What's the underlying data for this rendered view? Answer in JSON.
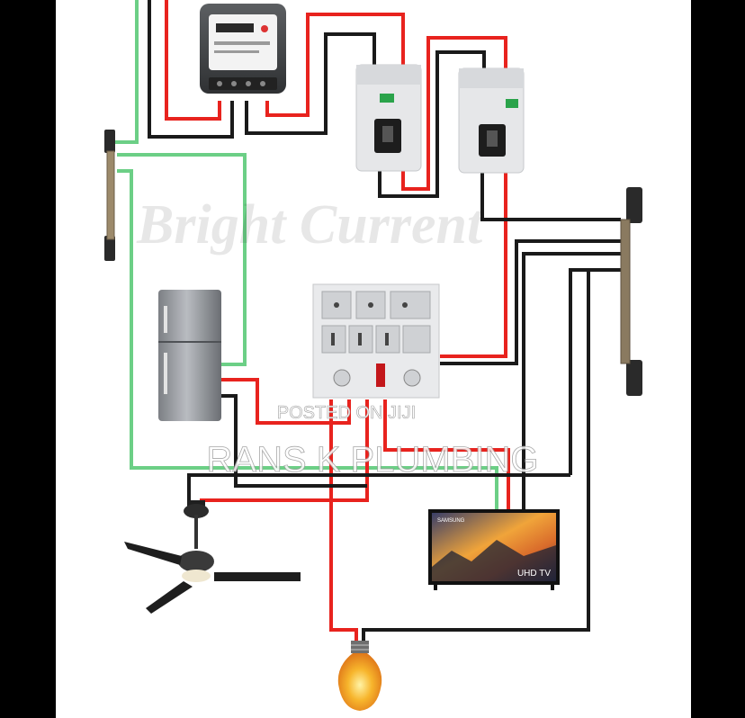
{
  "watermarks": {
    "ghost_brand": "Bright Current",
    "posted_on": "POSTED ON JIJI",
    "seller": "RANS K PLUMBING"
  },
  "tv": {
    "logo": "SAMSUNG",
    "badge": "UHD TV"
  },
  "colors": {
    "live_wire": "#e8231e",
    "neutral_wire": "#1a1a1a",
    "earth_wire": "#6ccf86",
    "background": "#ffffff",
    "letterbox": "#000000"
  },
  "components": [
    {
      "id": "energy-meter",
      "icon": "energy-meter-icon"
    },
    {
      "id": "breaker-1",
      "icon": "circuit-breaker-icon"
    },
    {
      "id": "breaker-2",
      "icon": "circuit-breaker-icon"
    },
    {
      "id": "earth-bar",
      "icon": "terminal-bar-icon"
    },
    {
      "id": "neutral-bar",
      "icon": "terminal-bar-icon"
    },
    {
      "id": "refrigerator",
      "icon": "fridge-icon"
    },
    {
      "id": "switch-socket-panel",
      "icon": "socket-panel-icon"
    },
    {
      "id": "ceiling-fan",
      "icon": "ceiling-fan-icon"
    },
    {
      "id": "television",
      "icon": "tv-icon"
    },
    {
      "id": "light-bulb",
      "icon": "bulb-icon"
    }
  ]
}
